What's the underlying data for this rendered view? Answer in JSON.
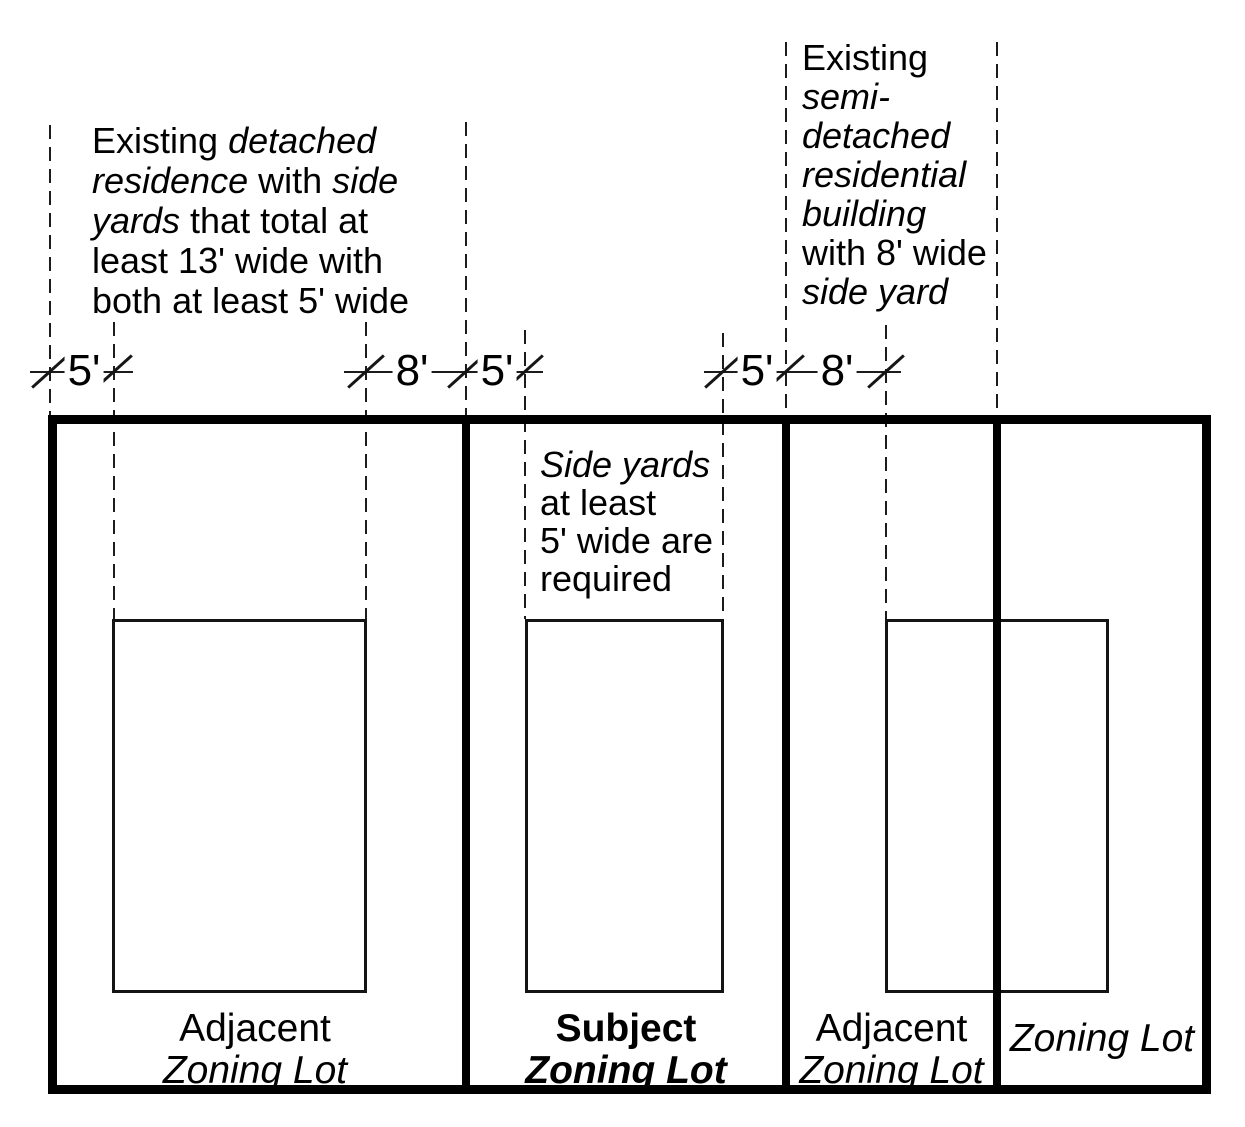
{
  "notes": {
    "left": {
      "l1a": "Existing ",
      "l1b": "detached",
      "l2a": "residence",
      "l2b": " with ",
      "l2c": "side",
      "l3a": "yards",
      "l3b": " that total at",
      "l4": "least 13' wide with",
      "l5": "both at least 5' wide"
    },
    "right": {
      "l1": "Existing",
      "l2": "semi-",
      "l3": "detached",
      "l4": "residential",
      "l5": "building",
      "l6": "with 8' wide",
      "l7": "side yard"
    },
    "subject": {
      "l1": "Side yards",
      "l2": "at least",
      "l3": "5' wide are",
      "l4": "required"
    }
  },
  "dimensions": {
    "lot1_left_side_yard": "5'",
    "lot1_right_side_yard": "8'",
    "subject_left_side_yard": "5'",
    "subject_right_side_yard": "5'",
    "lot3_side_yard": "8'"
  },
  "lots": {
    "lot1": {
      "line1": "Adjacent",
      "line2": "Zoning Lot"
    },
    "subject": {
      "line1": "Subject",
      "line2": "Zoning Lot"
    },
    "lot3": {
      "line1": "Adjacent",
      "line2": "Zoning Lot"
    },
    "lot4": {
      "line1": "Zoning Lot"
    }
  },
  "colors": {
    "line": "#000000",
    "background": "#ffffff"
  }
}
